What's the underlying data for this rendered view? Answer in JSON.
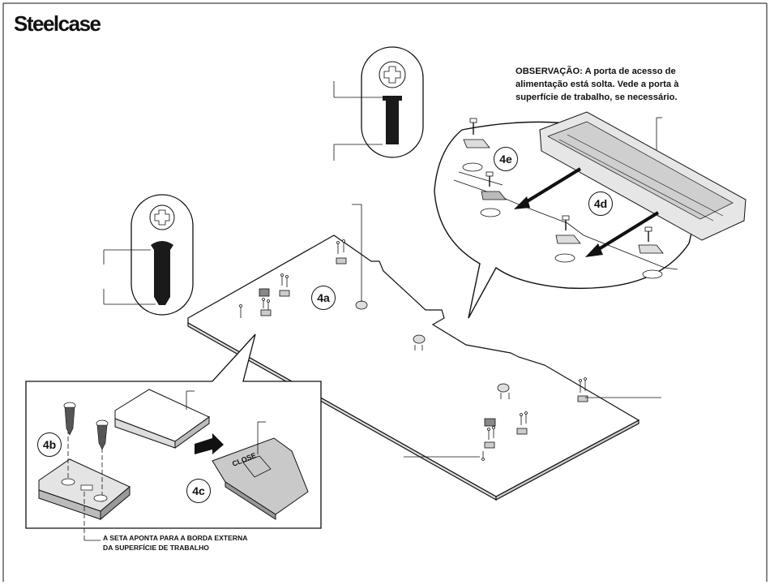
{
  "brand": {
    "name": "Steelcase"
  },
  "note": {
    "lines": [
      "OBSERVAÇÃO: A porta de acesso de",
      "alimentação está solta. Vede a porta à",
      "superfície de trabalho, se necessário."
    ]
  },
  "arrow_note": {
    "lines": [
      "A SETA APONTA PARA A BORDA EXTERNA",
      "DA SUPERFÍCIE DE TRABALHO"
    ]
  },
  "steps": {
    "s4a": "4a",
    "s4b": "4b",
    "s4c": "4c",
    "s4d": "4d",
    "s4e": "4e"
  },
  "clip_text": "CLOSE",
  "colors": {
    "line": "#111111",
    "part_fill": "#e4e4e4",
    "part_dark": "#7a7a7a",
    "screw_fill": "#1a1a1a"
  }
}
